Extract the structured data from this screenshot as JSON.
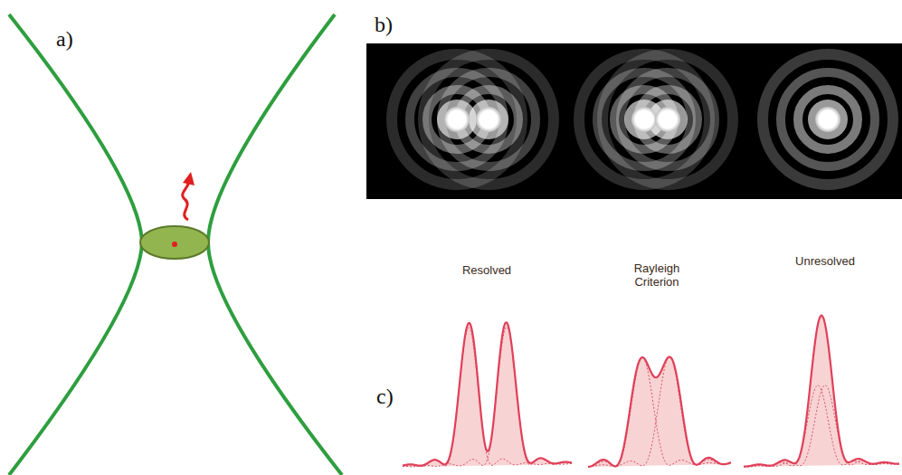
{
  "diagram": {
    "labels": [
      "a)",
      "b)",
      "c)",
      "Resolved",
      "Rayleigh Criterion",
      "Unresolved"
    ]
  }
}
